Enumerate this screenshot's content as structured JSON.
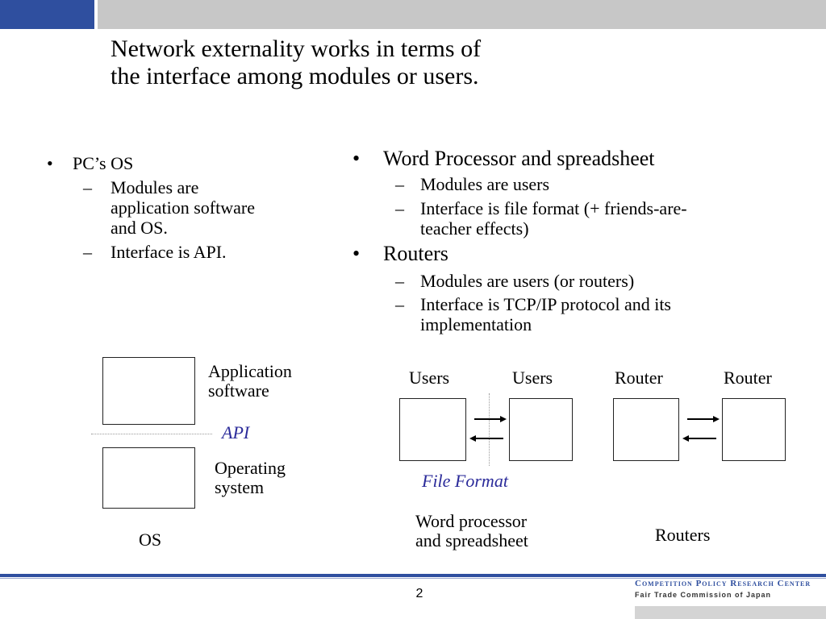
{
  "title": {
    "line1": "Network externality works in terms of",
    "line2": "the interface among modules or users."
  },
  "left": {
    "bullet": "PC’s OS",
    "sub1_line1": "Modules are",
    "sub1_line2": "application software",
    "sub1_line3": "and OS.",
    "sub2": "Interface is API."
  },
  "right": {
    "bullet1": "Word Processor and spreadsheet",
    "b1_sub1": "Modules are users",
    "b1_sub2_line1": "Interface is file format (+ friends-are-",
    "b1_sub2_line2": "teacher effects)",
    "bullet2": "Routers",
    "b2_sub1": "Modules are users (or  routers)",
    "b2_sub2_line1": "Interface is TCP/IP protocol and its",
    "b2_sub2_line2": "implementation"
  },
  "os_diagram": {
    "app_label_line1": "Application",
    "app_label_line2": "software",
    "api_label": "API",
    "os_label_line1": "Operating",
    "os_label_line2": "system",
    "caption": "OS"
  },
  "wp_diagram": {
    "label_a": "Users",
    "label_b": "Users",
    "file_format": "File Format",
    "caption_line1": "Word processor",
    "caption_line2": "and spreadsheet"
  },
  "router_diagram": {
    "label_a": "Router",
    "label_b": "Router",
    "caption": "Routers"
  },
  "footer": {
    "page_number": "2",
    "org_line1": "Competition Policy Research Center",
    "org_line2": "Fair Trade Commission of Japan"
  },
  "symbols": {
    "bullet": "•",
    "dash": "–"
  },
  "colors": {
    "accent_blue": "#2f4f9f",
    "italic_blue": "#2b2b9a",
    "bar_gray": "#c7c7c7"
  }
}
